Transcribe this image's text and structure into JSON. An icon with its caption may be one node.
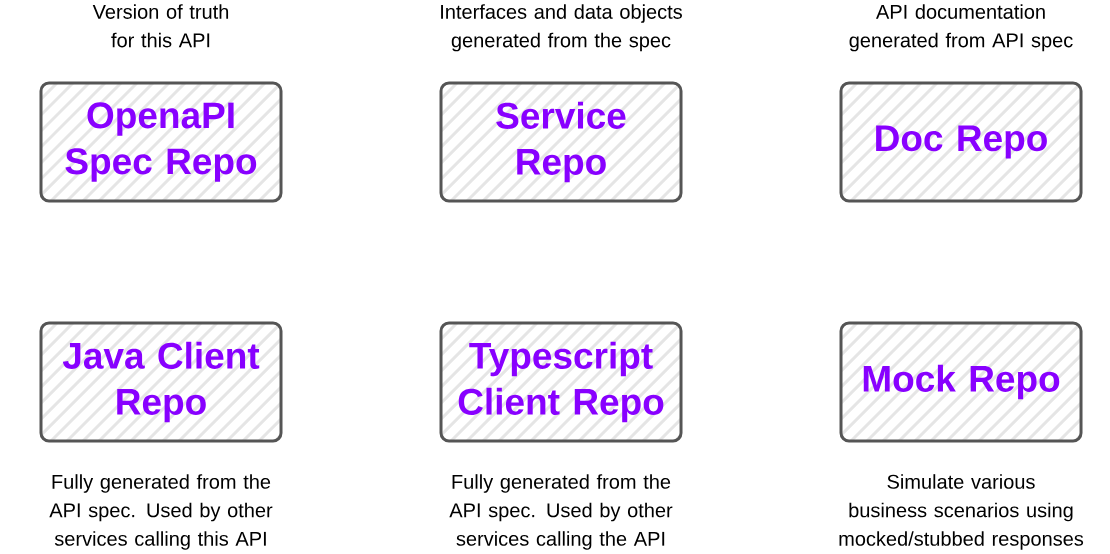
{
  "diagram": {
    "nodes": [
      {
        "text": [
          "OpenaPI Spec Repo"
        ],
        "beside": [
          "Version of truth for this API"
        ]
      },
      {
        "text": [
          "Service Repo"
        ],
        "beside": [
          "Interfaces and data objects generated from the spec"
        ]
      },
      {
        "text": [
          "Doc Repo"
        ],
        "beside": [
          "API documentation generated from API spec"
        ]
      },
      {
        "text": [
          "Java Client Repo"
        ],
        "beside": [
          "Fully generated from the API spec. Used by other services calling this API"
        ]
      },
      {
        "text": [
          "Typescript Client Repo"
        ],
        "beside": [
          "Fully generated from the API spec. Used by other services calling the API"
        ]
      },
      {
        "text": [
          "Mock Repo"
        ],
        "beside": [
          "Simulate various business scenarios using mocked/stubbed responses"
        ]
      }
    ]
  }
}
